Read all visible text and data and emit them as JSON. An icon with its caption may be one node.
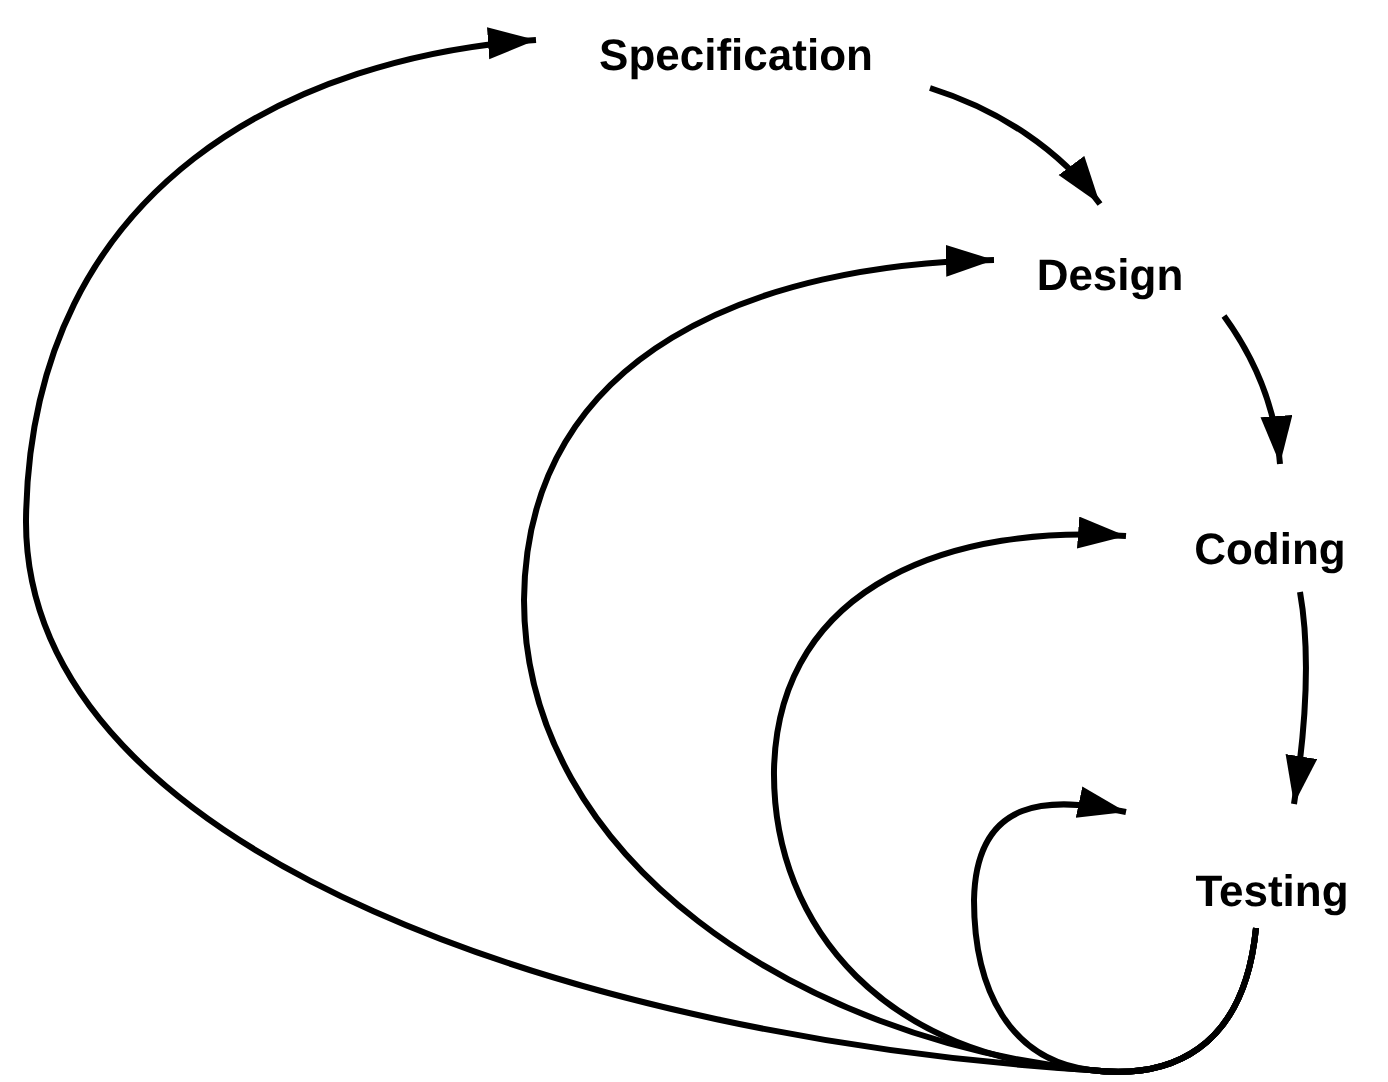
{
  "diagram": {
    "nodes": [
      {
        "text": [
          "Specification"
        ]
      },
      {
        "text": [
          "Design"
        ]
      },
      {
        "text": [
          "Coding"
        ]
      },
      {
        "text": [
          "Testing"
        ]
      }
    ],
    "edges": [
      {
        "from": 0,
        "to": 1,
        "arrow": "to"
      },
      {
        "from": 1,
        "to": 2,
        "arrow": "to"
      },
      {
        "from": 2,
        "to": 3,
        "arrow": "to"
      },
      {
        "from": 3,
        "to": 0,
        "arrow": "to"
      },
      {
        "from": 3,
        "to": 1,
        "arrow": "to"
      },
      {
        "from": 3,
        "to": 2,
        "arrow": "to"
      },
      {
        "from": 3,
        "to": 3,
        "arrow": "to"
      }
    ]
  }
}
